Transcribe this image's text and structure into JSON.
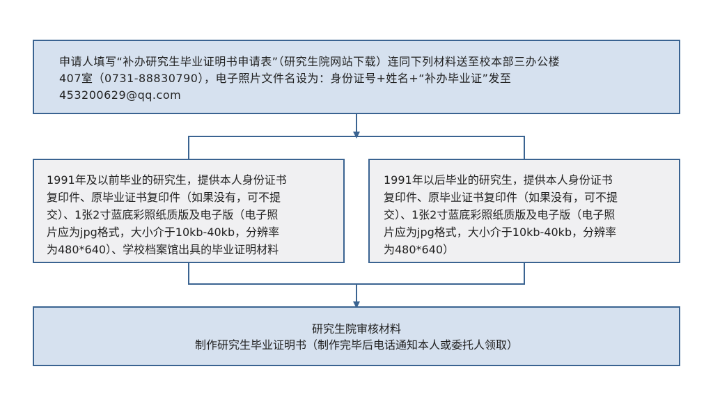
{
  "step1": {
    "lines": [
      "申请人填写“补办研究生毕业证明书申请表”（研究生院网站下载）连同下列材料送至校本部三办公楼",
      "407室（0731-88830790），电子照片文件名设为：身份证号+姓名+“补办毕业证”发至",
      "453200629@qq.com"
    ]
  },
  "branch_before_1991": {
    "lines": [
      "1991年及以前毕业的研究生，提供本人身份证书",
      "复印件、原毕业证书复印件（如果没有，可不提",
      "交）、1张2寸蓝底彩照纸质版及电子版（电子照",
      "片应为jpg格式，大小介于10kb-40kb，分辨率",
      "为480*640）、学校档案馆出具的毕业证明材料"
    ]
  },
  "branch_after_1991": {
    "lines": [
      "1991年以后毕业的研究生，提供本人身份证书",
      "复印件、原毕业证书复印件（如果没有，可不提",
      "交）、1张2寸蓝底彩照纸质版及电子版（电子照",
      "片应为jpg格式，大小介于10kb-40kb，分辨率",
      "为480*640）"
    ]
  },
  "step_final": {
    "lines": [
      "研究生院审核材料",
      "制作研究生毕业证明书（制作完毕后电话通知本人或委托人领取）"
    ]
  },
  "colors": {
    "border": "#3a6391",
    "blue_fill": "#d6e1ef",
    "gray_fill": "#f0f0f2"
  }
}
